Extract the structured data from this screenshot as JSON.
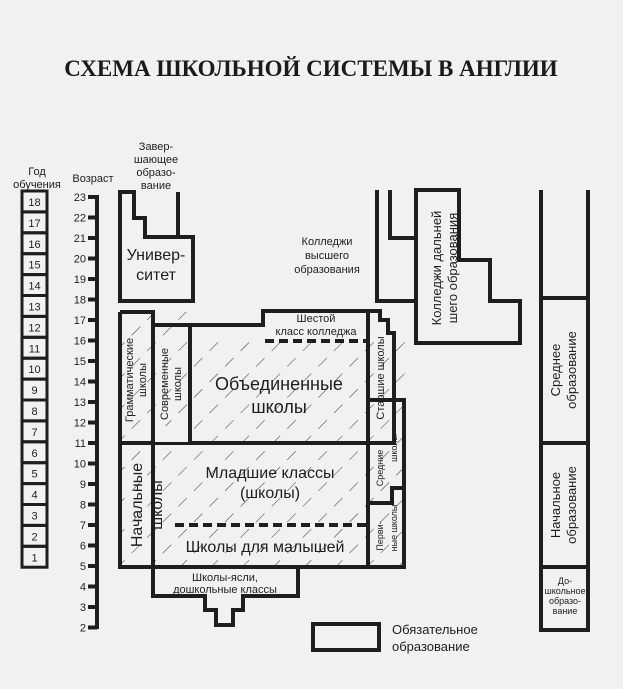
{
  "title": "СХЕМА ШКОЛЬНОЙ СИСТЕМЫ В АНГЛИИ",
  "year_header": [
    "Год",
    "обучения"
  ],
  "age_header": "Возраст",
  "years": [
    "18",
    "17",
    "16",
    "15",
    "14",
    "13",
    "12",
    "11",
    "10",
    "9",
    "8",
    "7",
    "6",
    "5",
    "4",
    "3",
    "2",
    "1"
  ],
  "ages": [
    "23",
    "22",
    "21",
    "20",
    "19",
    "18",
    "17",
    "16",
    "15",
    "14",
    "13",
    "12",
    "11",
    "10",
    "9",
    "8",
    "7",
    "6",
    "5",
    "4",
    "3",
    "2"
  ],
  "labels": {
    "completing": [
      "Завер-",
      "шающее",
      "образо-",
      "вание"
    ],
    "university": [
      "Универ-",
      "ситет"
    ],
    "higher_colleges": [
      "Колледжи",
      "высшего",
      "образования"
    ],
    "further_colleges": [
      "Колледжи дальней",
      "шего образования"
    ],
    "sixth_form": [
      "Шестой",
      "класс колледжа"
    ],
    "grammar": [
      "Грамматические",
      "школы"
    ],
    "modern": [
      "Современные",
      "школы"
    ],
    "comprehensive": [
      "Объединенные",
      "школы"
    ],
    "upper": "Старшие школы",
    "middle": [
      "Средние",
      "школы"
    ],
    "first": [
      "Перви-",
      "ные школы"
    ],
    "primary": [
      "Начальные",
      "школы"
    ],
    "junior": [
      "Младшие классы",
      "(школы)"
    ],
    "infant": "Школы для малышей",
    "nursery": [
      "Школы-ясли,",
      "дошкольные классы"
    ],
    "secondary_ed": [
      "Среднее",
      "образование"
    ],
    "primary_ed": [
      "Начальное",
      "образование"
    ],
    "preschool_ed": [
      "До-",
      "школьное",
      "образо-",
      "вание"
    ]
  },
  "legend": [
    "Обязательное",
    "образование"
  ]
}
